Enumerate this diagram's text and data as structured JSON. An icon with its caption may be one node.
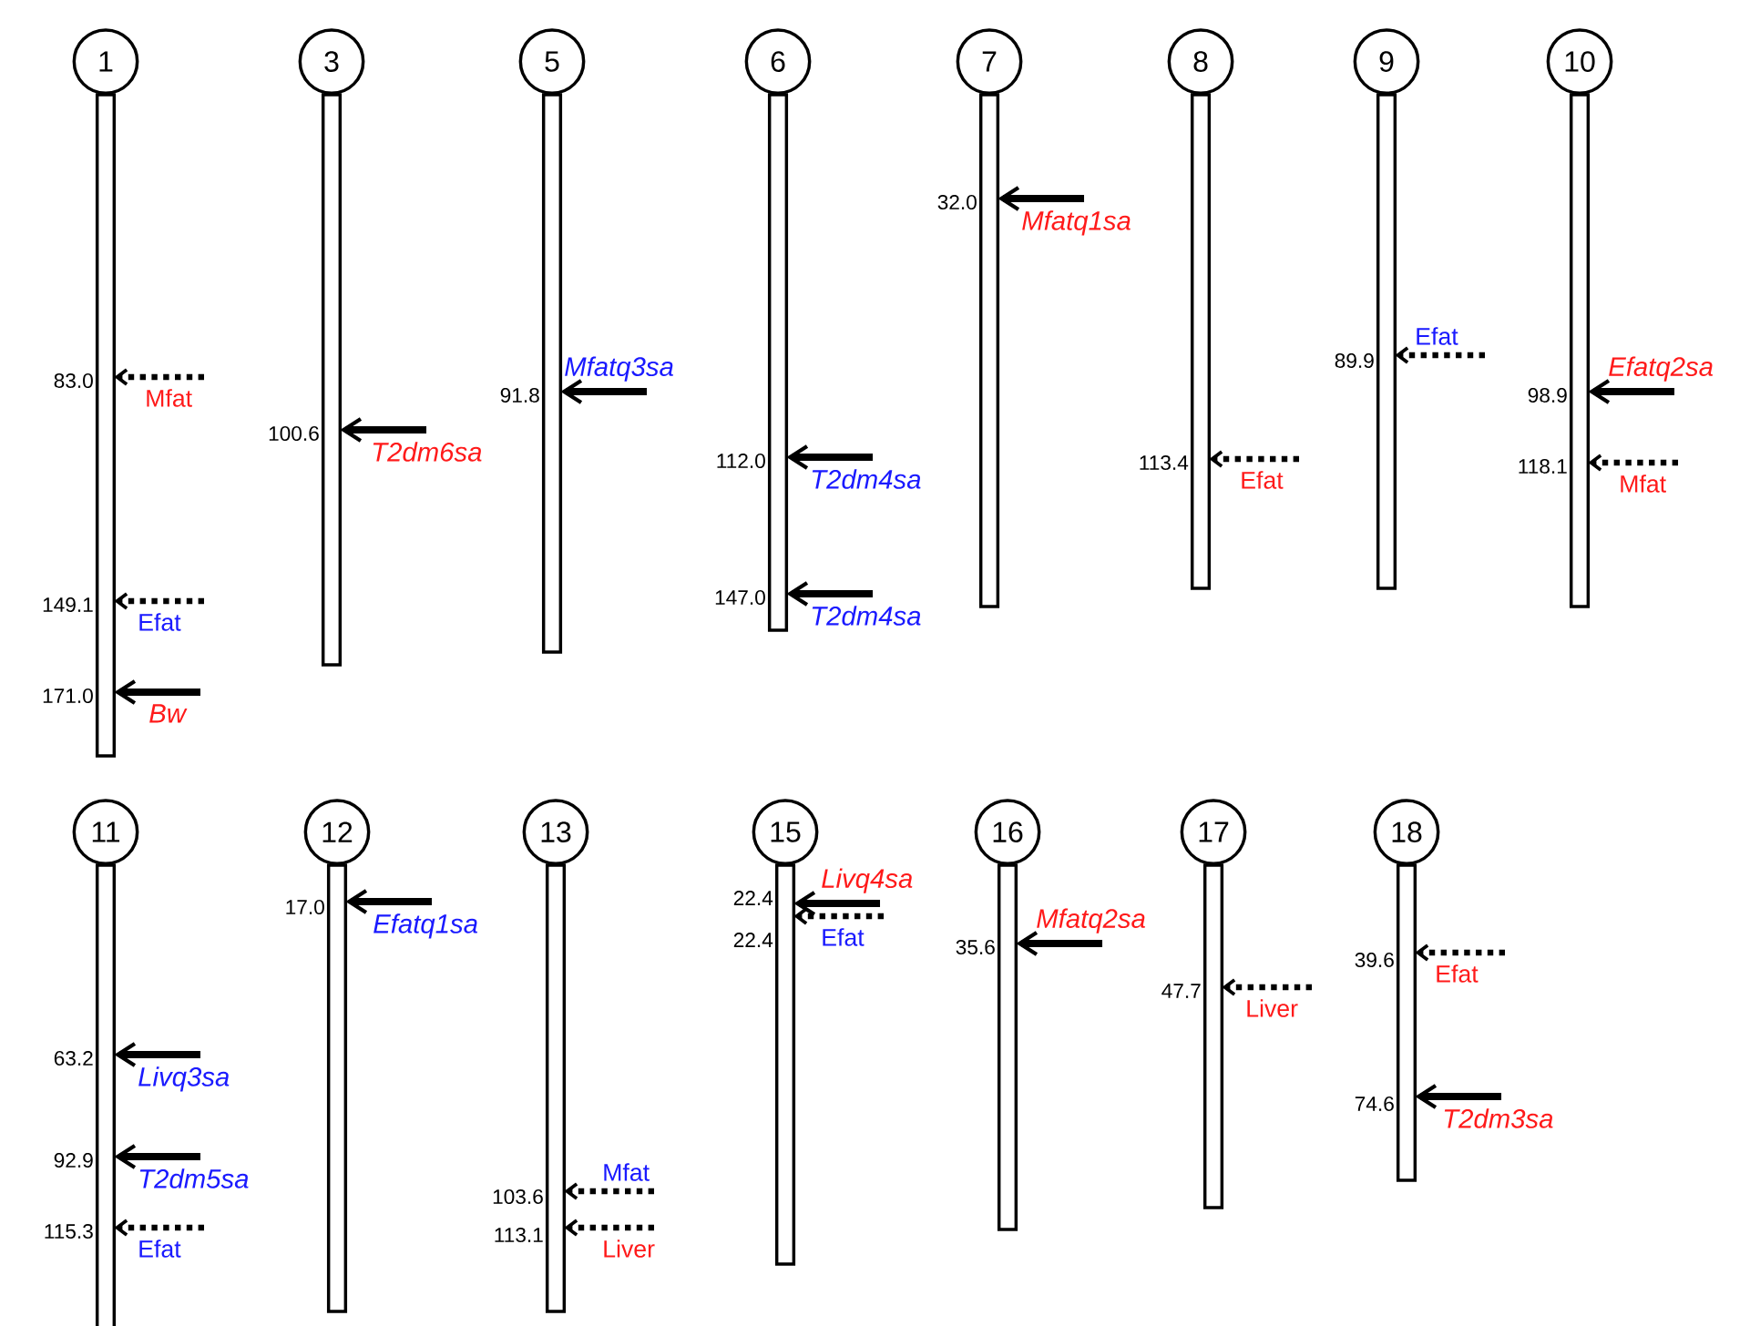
{
  "diagram": {
    "nodes": [
      {
        "text": [
          "1"
        ]
      },
      {
        "text": [
          "3"
        ]
      },
      {
        "text": [
          "5"
        ]
      },
      {
        "text": [
          "6"
        ]
      },
      {
        "text": [
          "7"
        ]
      },
      {
        "text": [
          "8"
        ]
      },
      {
        "text": [
          "9"
        ]
      },
      {
        "text": [
          "10"
        ]
      },
      {
        "text": [
          "11"
        ]
      },
      {
        "text": [
          "12"
        ]
      },
      {
        "text": [
          "13"
        ]
      },
      {
        "text": [
          "15"
        ]
      },
      {
        "text": [
          "16"
        ]
      },
      {
        "text": [
          "17"
        ]
      },
      {
        "text": [
          "18"
        ]
      },
      {
        "text": [
          "Mfat"
        ]
      },
      {
        "text": [
          "Efat"
        ]
      },
      {
        "text": [
          "Bw"
        ]
      },
      {
        "text": [
          "T2dm6sa"
        ]
      },
      {
        "text": [
          "Mfatq3sa"
        ]
      },
      {
        "text": [
          "T2dm4sa"
        ]
      },
      {
        "text": [
          "T2dm4sa"
        ]
      },
      {
        "text": [
          "Mfatq1sa"
        ]
      },
      {
        "text": [
          "Efat"
        ]
      },
      {
        "text": [
          "Efat"
        ]
      },
      {
        "text": [
          "Efatq2sa"
        ]
      },
      {
        "text": [
          "Mfat"
        ]
      },
      {
        "text": [
          "Livq3sa"
        ]
      },
      {
        "text": [
          "T2dm5sa"
        ]
      },
      {
        "text": [
          "Efat"
        ]
      },
      {
        "text": [
          "Efatq1sa"
        ]
      },
      {
        "text": [
          "Mfat"
        ]
      },
      {
        "text": [
          "Liver"
        ]
      },
      {
        "text": [
          "Livq4sa"
        ]
      },
      {
        "text": [
          "Efat"
        ]
      },
      {
        "text": [
          "Mfatq2sa"
        ]
      },
      {
        "text": [
          "Liver"
        ]
      },
      {
        "text": [
          "Efat"
        ]
      },
      {
        "text": [
          "T2dm3sa"
        ]
      }
    ],
    "edges": [
      {
        "from": 15,
        "to": 0,
        "arrow": "to",
        "style": "dashed"
      },
      {
        "from": 16,
        "to": 0,
        "arrow": "to",
        "style": "dashed"
      },
      {
        "from": 17,
        "to": 0,
        "arrow": "to"
      },
      {
        "from": 18,
        "to": 1,
        "arrow": "to"
      },
      {
        "from": 19,
        "to": 2,
        "arrow": "to"
      },
      {
        "from": 20,
        "to": 3,
        "arrow": "to"
      },
      {
        "from": 21,
        "to": 3,
        "arrow": "to"
      },
      {
        "from": 22,
        "to": 4,
        "arrow": "to"
      },
      {
        "from": 23,
        "to": 5,
        "arrow": "to",
        "style": "dashed"
      },
      {
        "from": 24,
        "to": 6,
        "arrow": "to",
        "style": "dashed"
      },
      {
        "from": 25,
        "to": 7,
        "arrow": "to"
      },
      {
        "from": 26,
        "to": 7,
        "arrow": "to",
        "style": "dashed"
      },
      {
        "from": 27,
        "to": 8,
        "arrow": "to"
      },
      {
        "from": 28,
        "to": 8,
        "arrow": "to"
      },
      {
        "from": 29,
        "to": 8,
        "arrow": "to",
        "style": "dashed"
      },
      {
        "from": 30,
        "to": 9,
        "arrow": "to"
      },
      {
        "from": 31,
        "to": 10,
        "arrow": "to",
        "style": "dashed"
      },
      {
        "from": 32,
        "to": 10,
        "arrow": "to",
        "style": "dashed"
      },
      {
        "from": 33,
        "to": 11,
        "arrow": "to"
      },
      {
        "from": 34,
        "to": 11,
        "arrow": "to",
        "style": "dashed"
      },
      {
        "from": 35,
        "to": 12,
        "arrow": "to"
      },
      {
        "from": 36,
        "to": 13,
        "arrow": "to",
        "style": "dashed"
      },
      {
        "from": 37,
        "to": 14,
        "arrow": "to",
        "style": "dashed"
      },
      {
        "from": 38,
        "to": 14,
        "arrow": "to"
      }
    ],
    "labels": [
      "83.0",
      "149.1",
      "171.0",
      "100.6",
      "91.8",
      "112.0",
      "147.0",
      "32.0",
      "113.4",
      "89.9",
      "98.9",
      "118.1",
      "63.2",
      "92.9",
      "115.3",
      "17.0",
      "103.6",
      "113.1",
      "22.4",
      "22.4",
      "35.6",
      "47.7",
      "39.6",
      "74.6"
    ]
  }
}
